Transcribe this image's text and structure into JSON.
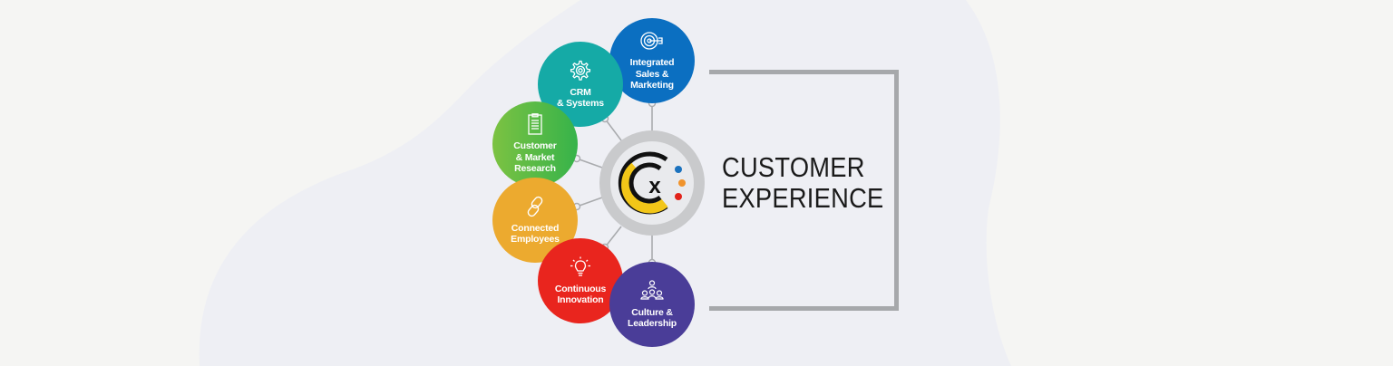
{
  "diagram": {
    "title_lines": [
      "CUSTOMER",
      "EXPERIENCE"
    ],
    "center_logo": {
      "letter": "x",
      "ring_color": "#c9cacc",
      "arc_colors": [
        "#111111",
        "#f2c618"
      ],
      "dot_colors": [
        "#1b72be",
        "#f0932b",
        "#e2231a"
      ]
    },
    "nodes": [
      {
        "id": "integrated-sales-marketing",
        "label": "Integrated\nSales &\nMarketing",
        "icon": "target-icon",
        "color": "#0b6fc1"
      },
      {
        "id": "crm-systems",
        "label": "CRM\n& Systems",
        "icon": "gear-icon",
        "color": "#15aaa6"
      },
      {
        "id": "customer-market-research",
        "label": "Customer\n& Market\nResearch",
        "icon": "clipboard-icon",
        "color": "#4cb848"
      },
      {
        "id": "connected-employees",
        "label": "Connected\nEmployees",
        "icon": "link-icon",
        "color": "#ecaa2f"
      },
      {
        "id": "continuous-innovation",
        "label": "Continuous\nInnovation",
        "icon": "lightbulb-icon",
        "color": "#e9251e"
      },
      {
        "id": "culture-leadership",
        "label": "Culture &\nLeadership",
        "icon": "people-hierarchy-icon",
        "color": "#4a3d98"
      }
    ],
    "bracket_color": "#a6a8ab",
    "connector_color": "#a9abae",
    "background": {
      "page": "#f5f5f3",
      "blob": "#eeeff4"
    }
  }
}
